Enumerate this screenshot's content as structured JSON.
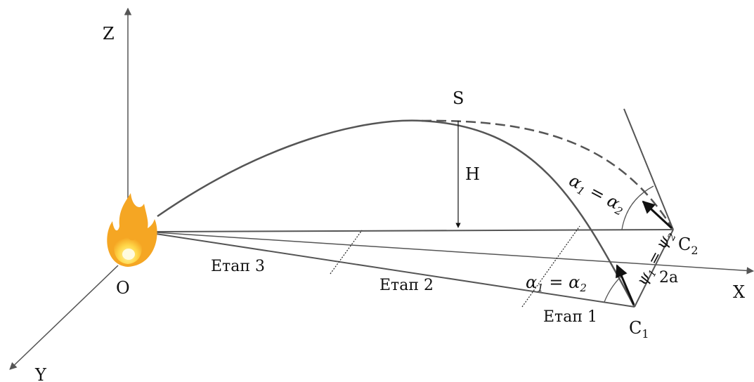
{
  "diagram": {
    "axes": {
      "z": "Z",
      "y": "Y",
      "x": "X"
    },
    "points": {
      "origin": "O",
      "apex": "S",
      "c1": "C",
      "c1_sub": "1",
      "c2": "C",
      "c2_sub": "2"
    },
    "height": "H",
    "width_label": "2a",
    "stages": {
      "stage1": "Етап 1",
      "stage2": "Етап 2",
      "stage3": "Етап 3"
    },
    "angle_alpha": "α",
    "angle_psi": "ψ",
    "sub1": "1",
    "sub2": "2",
    "equals": " = ",
    "colors": {
      "line": "#555555",
      "flame_outer": "#f5a623",
      "flame_inner": "#ffd84a"
    }
  }
}
